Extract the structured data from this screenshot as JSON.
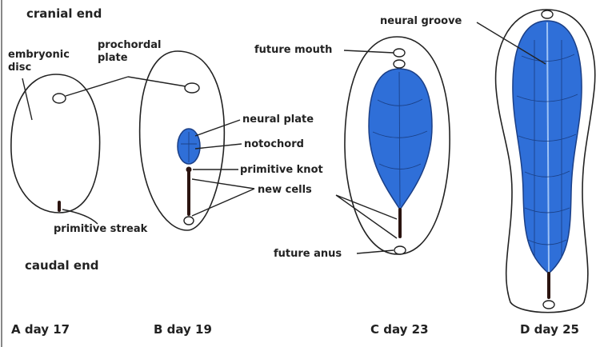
{
  "labels": {
    "cranial_end": "cranial end",
    "caudal_end": "caudal end",
    "embryonic_disc": "embryonic",
    "embryonic_disc_2": "disc",
    "prochordal_plate": "prochordal",
    "prochordal_plate_2": "plate",
    "primitive_streak": "primitive streak",
    "neural_plate": "neural plate",
    "notochord": "notochord",
    "primitive_knot": "primitive knot",
    "new_cells": "new cells",
    "future_mouth": "future mouth",
    "future_anus": "future anus",
    "neural_groove": "neural groove"
  },
  "stages": [
    {
      "caption": "A day 17"
    },
    {
      "caption": "B day 19"
    },
    {
      "caption": "C day 23"
    },
    {
      "caption": "D day 25"
    }
  ],
  "colors": {
    "neural_tissue": "#2f6fd8",
    "streak": "#2b1410",
    "ink": "#222222"
  }
}
